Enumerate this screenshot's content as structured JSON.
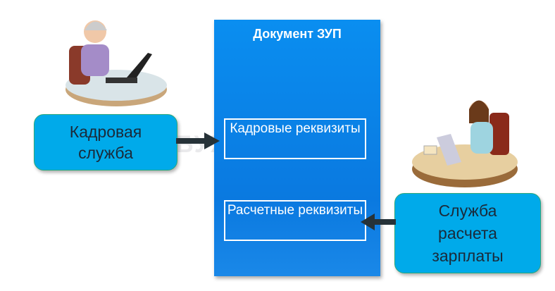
{
  "document": {
    "title": "Документ ЗУП",
    "hr_fields": "Кадровые реквизиты",
    "payroll_fields": "Расчетные реквизиты"
  },
  "hr_department": {
    "label": "Кадровая служба"
  },
  "payroll_department": {
    "label": "Служба расчета зарплаты"
  },
  "watermark": "БУХЭКСПЕРТ",
  "colors": {
    "document": "#0a8ef0",
    "side_box": "#00aaea",
    "arrow": "#263238"
  }
}
